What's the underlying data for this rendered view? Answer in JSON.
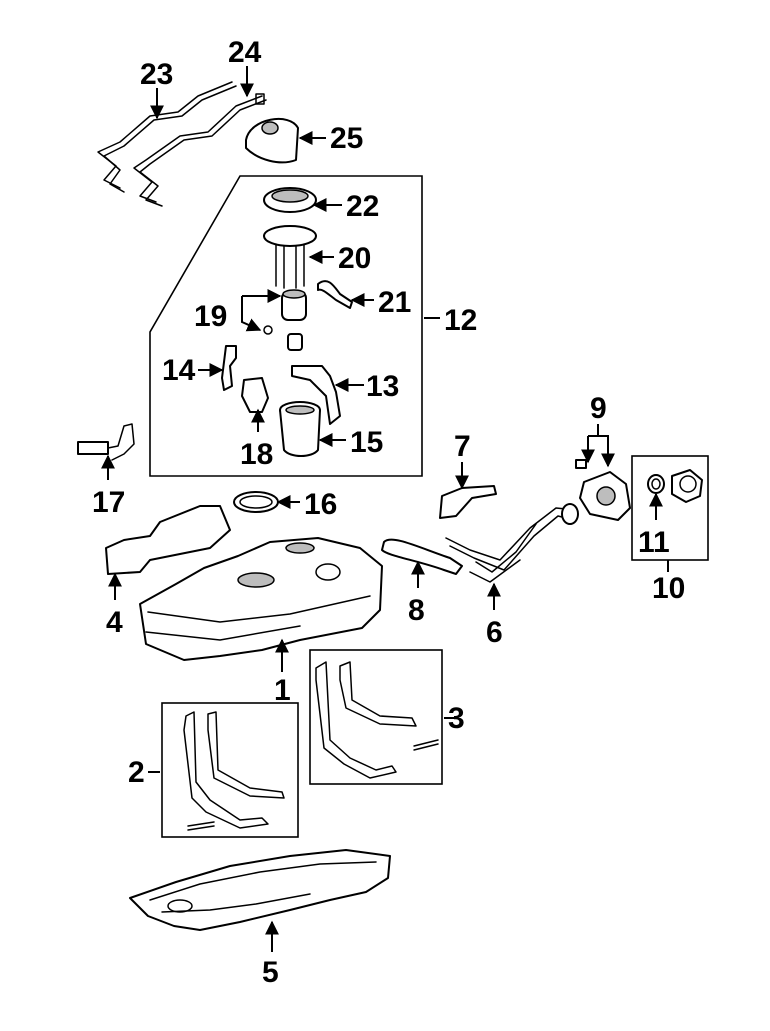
{
  "callouts": {
    "c1": "1",
    "c2": "2",
    "c3": "3",
    "c4": "4",
    "c5": "5",
    "c6": "6",
    "c7": "7",
    "c8": "8",
    "c9": "9",
    "c10": "10",
    "c11": "11",
    "c12": "12",
    "c13": "13",
    "c14": "14",
    "c15": "15",
    "c16": "16",
    "c17": "17",
    "c18": "18",
    "c19": "19",
    "c20": "20",
    "c21": "21",
    "c22": "22",
    "c23": "23",
    "c24": "24",
    "c25": "25"
  },
  "colors": {
    "line": "#000000",
    "background": "#ffffff",
    "shading": "#bdbdbd"
  },
  "arrow_icon": "arrow-head-icon"
}
